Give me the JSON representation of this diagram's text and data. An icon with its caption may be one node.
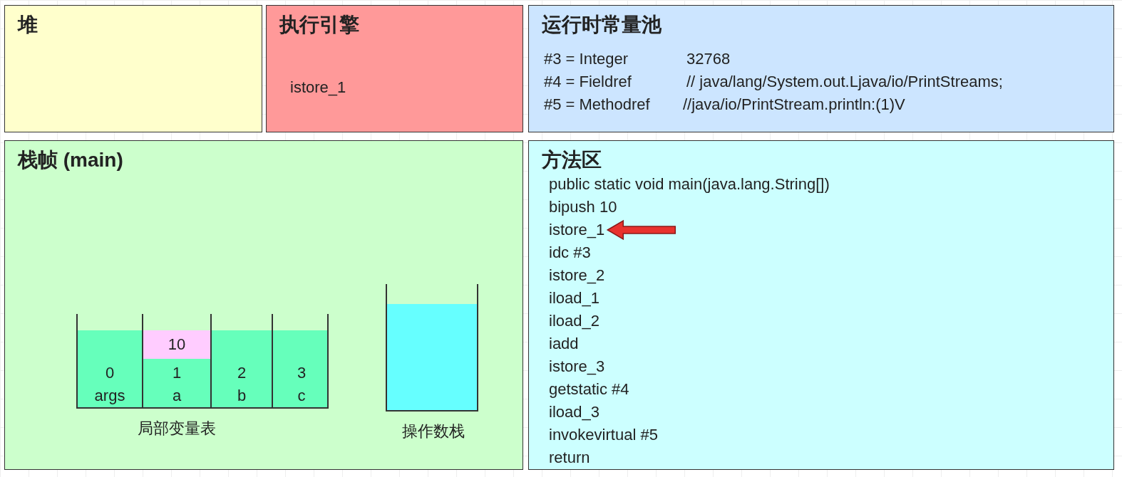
{
  "diagram": {
    "nodes": [
      {
        "text": [
          "堆"
        ]
      },
      {
        "text": [
          "执行引擎",
          "istore_1"
        ]
      },
      {
        "text": [
          "运行时常量池",
          "#3 = Integer",
          "32768",
          "#4 = Fieldref",
          "// java/lang/System.out.Ljava/io/PrintStreams;",
          "#5 = Methodref",
          "//java/io/PrintStream.println:(1)V"
        ]
      },
      {
        "text": [
          "栈帧 (main)"
        ]
      },
      {
        "text": [],
        "shape": "box",
        "in": 3,
        "beside": [
          "局部变量表"
        ]
      },
      {
        "text": [
          "0",
          "args"
        ],
        "in": 4
      },
      {
        "text": [
          "1",
          "a"
        ],
        "in": 4
      },
      {
        "text": [
          "10"
        ],
        "in": 6
      },
      {
        "text": [
          "2",
          "b"
        ],
        "in": 4
      },
      {
        "text": [
          "3",
          "c"
        ],
        "in": 4
      },
      {
        "text": [],
        "shape": "box",
        "in": 3,
        "beside": [
          "操作数栈"
        ]
      },
      {
        "text": [
          "方法区",
          "public static void main(java.lang.String[])"
        ]
      },
      {
        "text": [
          "bipush 10"
        ],
        "in": 11
      },
      {
        "text": [
          "istore_1"
        ],
        "in": 11
      },
      {
        "text": [
          "idc #3"
        ],
        "in": 11
      },
      {
        "text": [
          "istore_2"
        ],
        "in": 11
      },
      {
        "text": [
          "iload_1"
        ],
        "in": 11
      },
      {
        "text": [
          "iload_2"
        ],
        "in": 11
      },
      {
        "text": [
          "iadd"
        ],
        "in": 11
      },
      {
        "text": [
          "istore_3"
        ],
        "in": 11
      },
      {
        "text": [
          "getstatic #4"
        ],
        "in": 11
      },
      {
        "text": [
          "iload_3"
        ],
        "in": 11
      },
      {
        "text": [
          "invokevirtual #5"
        ],
        "in": 11
      },
      {
        "text": [
          "return"
        ],
        "in": 11
      }
    ],
    "edges": [
      {
        "from": null,
        "to": 13,
        "arrow": "to"
      }
    ]
  }
}
